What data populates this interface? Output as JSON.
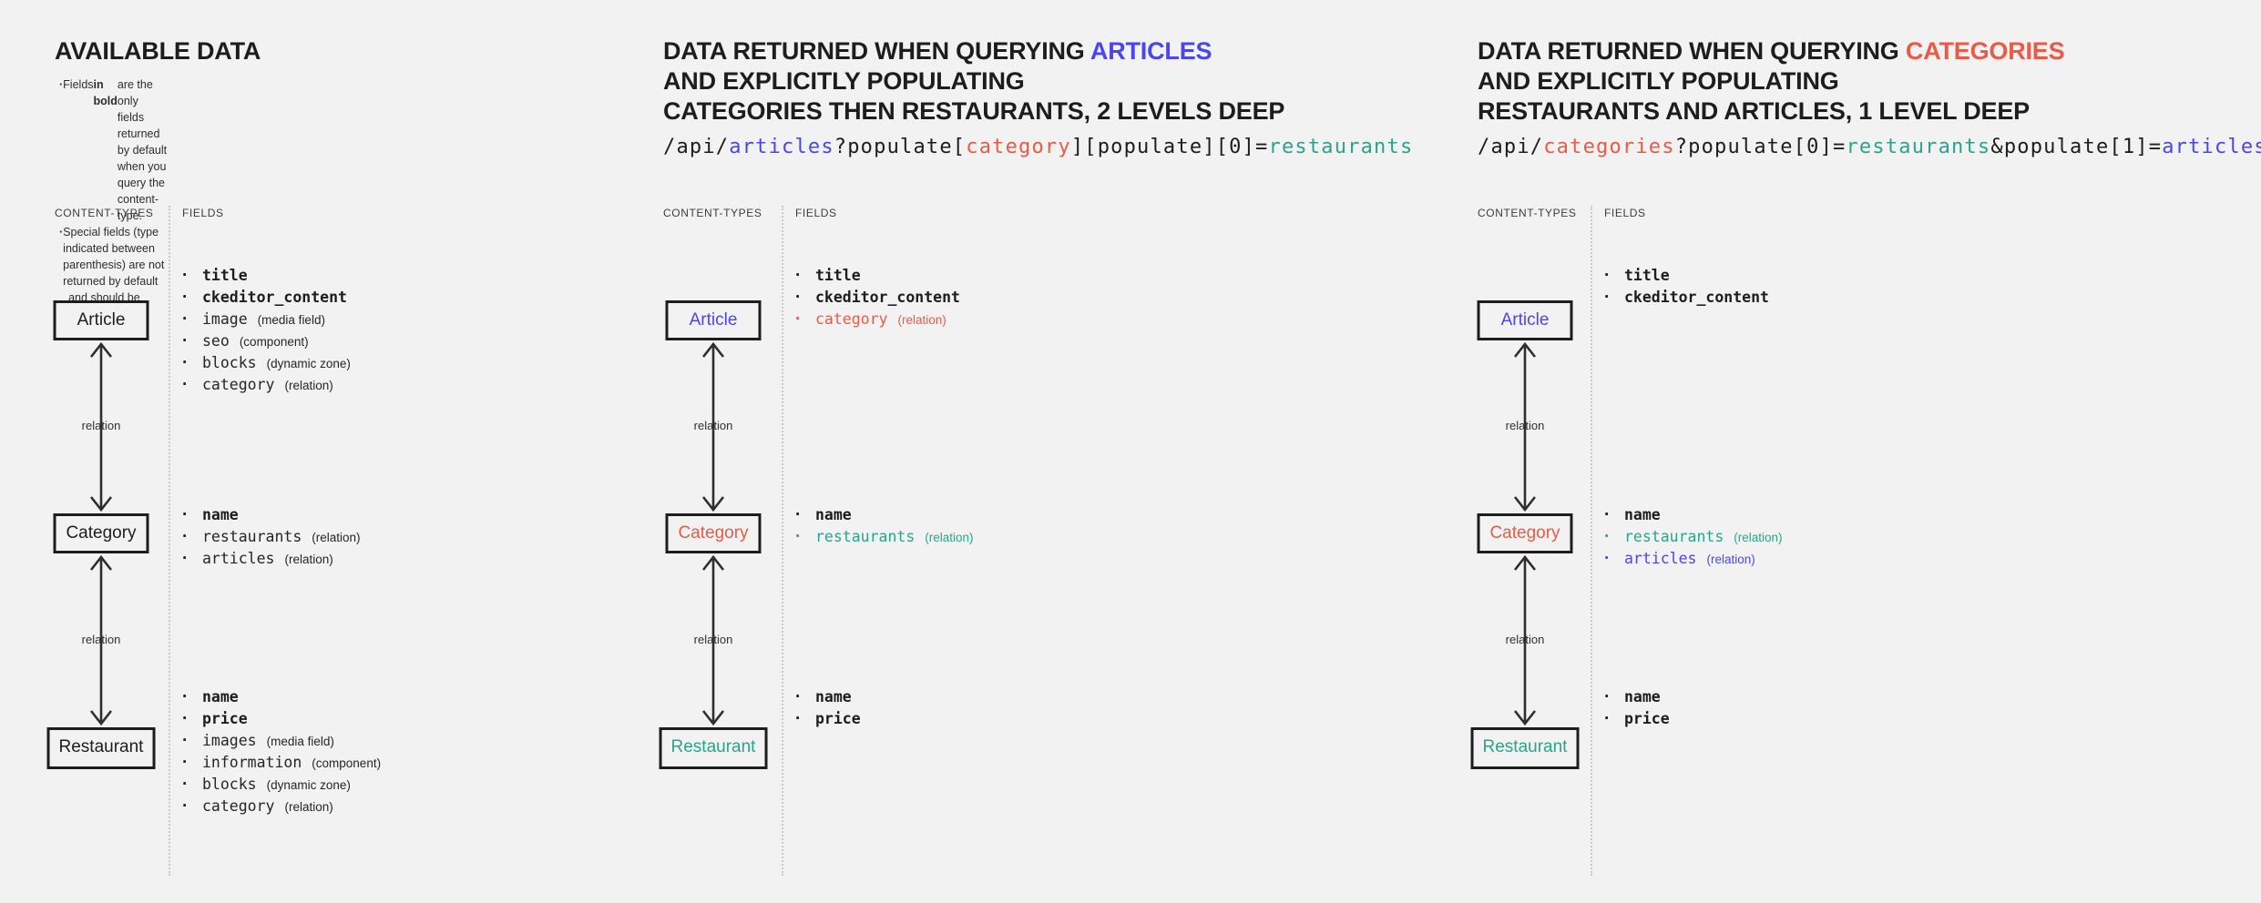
{
  "palette": {
    "dark": "#1d1d1d",
    "body": "#262626",
    "blue": "#4a45f2",
    "red": "#ec5a45",
    "teal": "#2aa48c",
    "line": "#2e2e2e",
    "label": "#3d3d3d",
    "dotted": "#c9c9c9",
    "bg": "#f2f2f2"
  },
  "labels": {
    "content_types": "CONTENT-TYPES",
    "fields": "FIELDS",
    "relation": "relation"
  },
  "columns": [
    {
      "key": "available-data",
      "heading": [
        [
          {
            "t": "AVAILABLE DATA",
            "c": "dark"
          }
        ]
      ],
      "notes": [
        {
          "bullet": true,
          "parts": [
            {
              "t": "Fields "
            },
            {
              "t": "in bold",
              "bold": true
            },
            {
              "t": " are the only fields returned by default when you query the content-type."
            }
          ]
        },
        {
          "bullet": true,
          "parts": [
            {
              "t": "Special fields (type indicated between parenthesis) are not returned by default"
            }
          ]
        },
        {
          "bullet": false,
          "parts": [
            {
              "t": "and should be populated."
            }
          ]
        }
      ],
      "url": null,
      "nodes": [
        {
          "label": "Article",
          "c": "dark",
          "fields": [
            {
              "name": "title",
              "bold": true
            },
            {
              "name": "ckeditor_content",
              "bold": true
            },
            {
              "name": "image",
              "type": "(media field)"
            },
            {
              "name": "seo",
              "type": "(component)"
            },
            {
              "name": "blocks",
              "type": "(dynamic zone)"
            },
            {
              "name": "category",
              "type": "(relation)"
            }
          ]
        },
        {
          "label": "Category",
          "c": "dark",
          "fields": [
            {
              "name": "name",
              "bold": true
            },
            {
              "name": "restaurants",
              "type": "(relation)"
            },
            {
              "name": "articles",
              "type": "(relation)"
            }
          ]
        },
        {
          "label": "Restaurant",
          "c": "dark",
          "fields": [
            {
              "name": "name",
              "bold": true
            },
            {
              "name": "price",
              "bold": true
            },
            {
              "name": "images",
              "type": "(media field)"
            },
            {
              "name": "information",
              "type": "(component)"
            },
            {
              "name": "blocks",
              "type": "(dynamic zone)"
            },
            {
              "name": "category",
              "type": "(relation)"
            }
          ]
        }
      ]
    },
    {
      "key": "querying-articles",
      "heading": [
        [
          {
            "t": "DATA RETURNED WHEN QUERYING ",
            "c": "dark"
          },
          {
            "t": "ARTICLES",
            "c": "blue"
          }
        ],
        [
          {
            "t": "AND EXPLICITLY POPULATING",
            "c": "dark"
          }
        ],
        [
          {
            "t": "CATEGORIES THEN RESTAURANTS, 2 LEVELS DEEP",
            "c": "dark"
          }
        ]
      ],
      "notes": null,
      "url": [
        {
          "t": "/api/",
          "c": "dark"
        },
        {
          "t": "articles",
          "c": "blue"
        },
        {
          "t": "?populate[",
          "c": "dark"
        },
        {
          "t": "category",
          "c": "red"
        },
        {
          "t": "][populate][0]=",
          "c": "dark"
        },
        {
          "t": "restaurants",
          "c": "teal"
        }
      ],
      "nodes": [
        {
          "label": "Article",
          "c": "blue",
          "fields": [
            {
              "name": "title",
              "bold": true
            },
            {
              "name": "ckeditor_content",
              "bold": true
            },
            {
              "name": "category",
              "c": "red",
              "type": "(relation)"
            }
          ]
        },
        {
          "label": "Category",
          "c": "red",
          "fields": [
            {
              "name": "name",
              "bold": true
            },
            {
              "name": "restaurants",
              "c": "teal",
              "type": "(relation)"
            }
          ]
        },
        {
          "label": "Restaurant",
          "c": "teal",
          "fields": [
            {
              "name": "name",
              "bold": true
            },
            {
              "name": "price",
              "bold": true
            }
          ]
        }
      ]
    },
    {
      "key": "querying-categories",
      "heading": [
        [
          {
            "t": "DATA RETURNED WHEN QUERYING ",
            "c": "dark"
          },
          {
            "t": "CATEGORIES",
            "c": "red"
          }
        ],
        [
          {
            "t": "AND EXPLICITLY POPULATING",
            "c": "dark"
          }
        ],
        [
          {
            "t": "RESTAURANTS AND ARTICLES, 1 LEVEL DEEP",
            "c": "dark"
          }
        ]
      ],
      "notes": null,
      "url": [
        {
          "t": "/api/",
          "c": "dark"
        },
        {
          "t": "categories",
          "c": "red"
        },
        {
          "t": "?populate[0]=",
          "c": "dark"
        },
        {
          "t": "restaurants",
          "c": "teal"
        },
        {
          "t": "&populate[1]=",
          "c": "dark"
        },
        {
          "t": "articles",
          "c": "blue"
        }
      ],
      "nodes": [
        {
          "label": "Article",
          "c": "blue",
          "fields": [
            {
              "name": "title",
              "bold": true
            },
            {
              "name": "ckeditor_content",
              "bold": true
            }
          ]
        },
        {
          "label": "Category",
          "c": "red",
          "fields": [
            {
              "name": "name",
              "bold": true
            },
            {
              "name": "restaurants",
              "c": "teal",
              "type": "(relation)"
            },
            {
              "name": "articles",
              "c": "blue",
              "type": "(relation)"
            }
          ]
        },
        {
          "label": "Restaurant",
          "c": "teal",
          "fields": [
            {
              "name": "name",
              "bold": true
            },
            {
              "name": "price",
              "bold": true
            }
          ]
        }
      ]
    }
  ]
}
